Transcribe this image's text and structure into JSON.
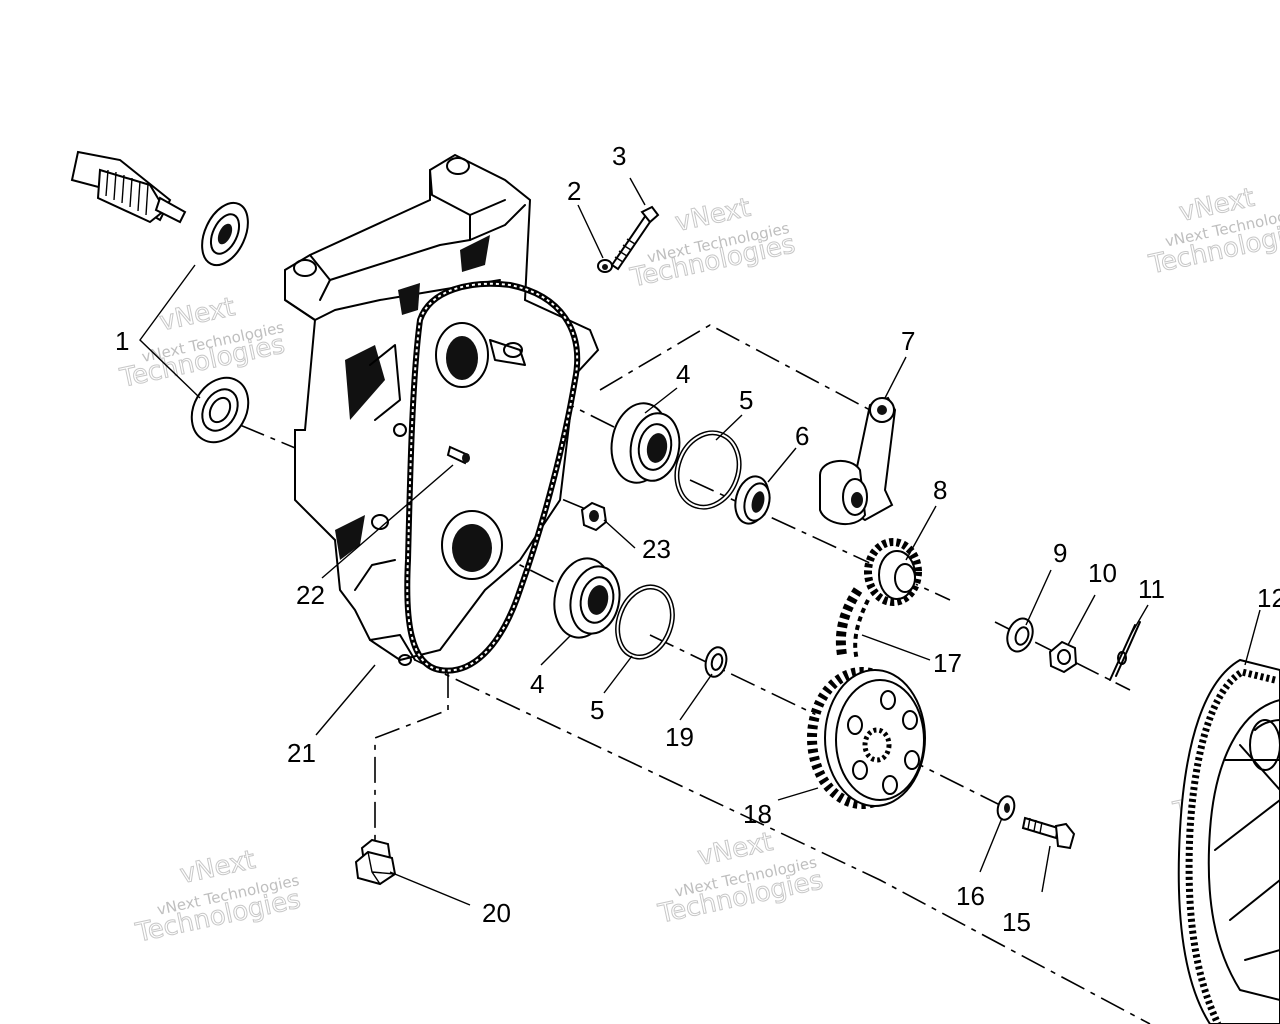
{
  "callouts": [
    {
      "id": "1",
      "label": "1"
    },
    {
      "id": "2",
      "label": "2"
    },
    {
      "id": "3",
      "label": "3"
    },
    {
      "id": "4a",
      "label": "4"
    },
    {
      "id": "4b",
      "label": "4"
    },
    {
      "id": "5a",
      "label": "5"
    },
    {
      "id": "5b",
      "label": "5"
    },
    {
      "id": "6",
      "label": "6"
    },
    {
      "id": "7",
      "label": "7"
    },
    {
      "id": "8",
      "label": "8"
    },
    {
      "id": "9",
      "label": "9"
    },
    {
      "id": "10",
      "label": "10"
    },
    {
      "id": "11",
      "label": "11"
    },
    {
      "id": "12",
      "label": "12"
    },
    {
      "id": "15",
      "label": "15"
    },
    {
      "id": "16",
      "label": "16"
    },
    {
      "id": "17",
      "label": "17"
    },
    {
      "id": "18",
      "label": "18"
    },
    {
      "id": "19",
      "label": "19"
    },
    {
      "id": "20",
      "label": "20"
    },
    {
      "id": "21",
      "label": "21"
    },
    {
      "id": "22",
      "label": "22"
    },
    {
      "id": "23",
      "label": "23"
    }
  ],
  "watermark": {
    "company": "vNext Technologies",
    "brand_line1": "vNext",
    "brand_line2": "Technologies"
  }
}
